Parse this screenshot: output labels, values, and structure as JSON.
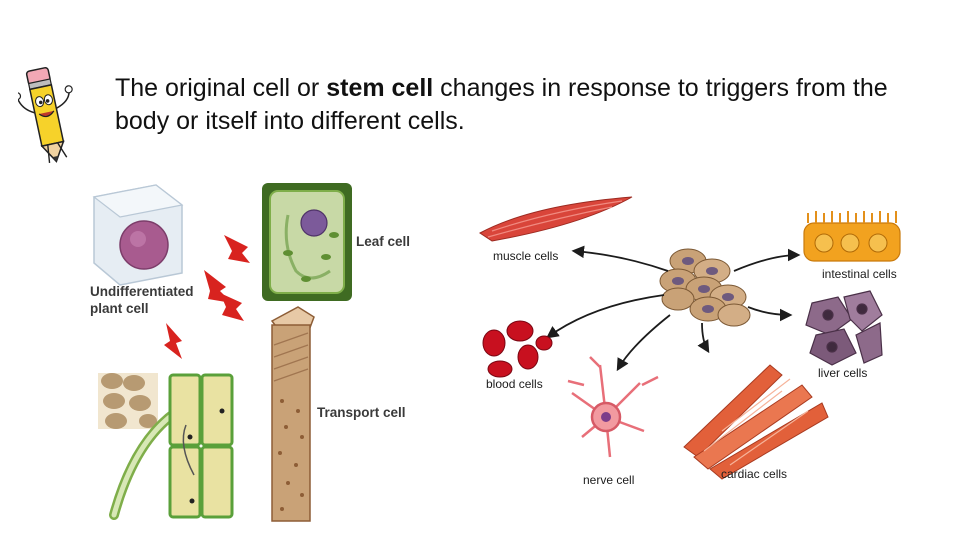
{
  "caption": {
    "part1": "The original cell or ",
    "bold": "stem cell",
    "part2": " changes in response to triggers from the body or itself into different cells."
  },
  "plant_diagram": {
    "undiff_line1": "Undifferentiated",
    "undiff_line2": "plant cell",
    "leaf": "Leaf cell",
    "transport": "Transport cell"
  },
  "animal_diagram": {
    "muscle": "muscle cells",
    "blood": "blood cells",
    "nerve": "nerve cell",
    "cardiac": "cardiac cells",
    "intestinal": "intestinal cells",
    "liver": "liver cells"
  },
  "colors": {
    "arrow_red": "#d8231f",
    "muscle_red": "#d9453a",
    "leaf_green": "#7fae4a",
    "stem_tan": "#c9a277"
  }
}
